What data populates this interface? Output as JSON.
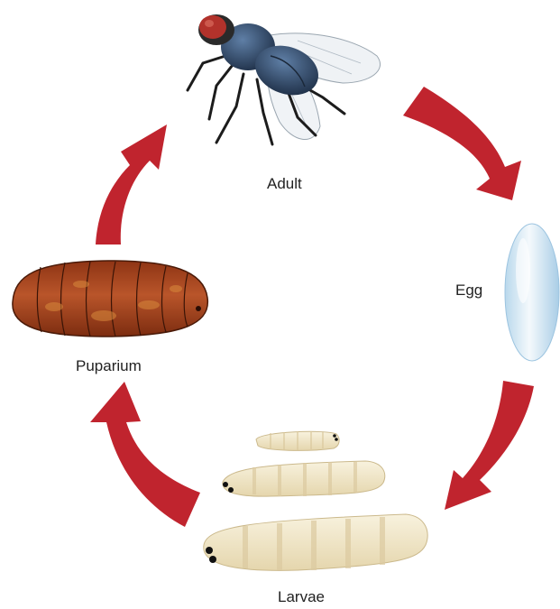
{
  "stages": {
    "adult": "Adult",
    "egg": "Egg",
    "larvae": "Larvae",
    "puparium": "Puparium"
  },
  "colors": {
    "arrow": "#c0242e",
    "arrow_dark": "#9e1b24",
    "fly_body": "#35506e",
    "fly_eye": "#b2322b",
    "egg": "#dcecf6",
    "larva": "#f3ead0",
    "puparium": "#a8441e"
  },
  "icons": {
    "adult": "housefly-icon",
    "egg": "egg-icon",
    "larvae": "maggot-icon",
    "puparium": "pupa-icon",
    "arrows": "cycle-arrow-icon"
  }
}
